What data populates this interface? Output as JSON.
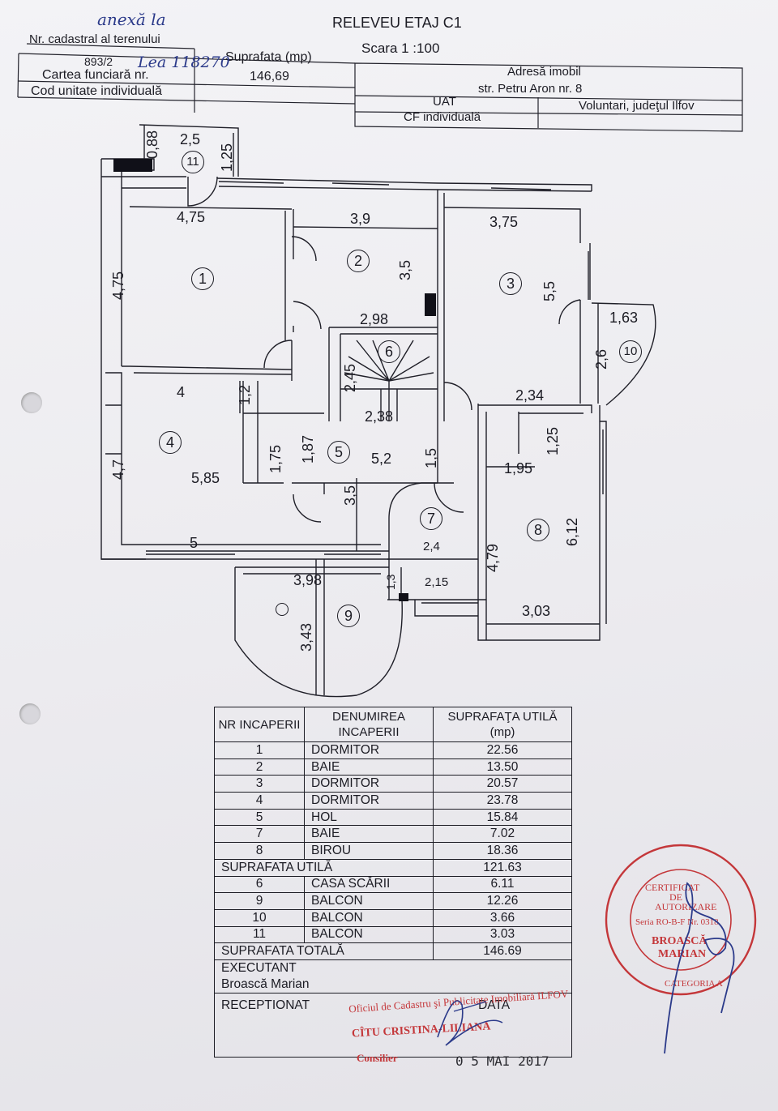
{
  "header": {
    "title": "RELEVEU ETAJ C1",
    "scale": "Scara 1 :100",
    "cadastral_label": "Nr. cadastral al terenului",
    "cadastral_value": "893/2",
    "handwritten_top": "anexă la",
    "handwritten_cf": "Lea 118270",
    "surface_label": "Suprafata (mp)",
    "surface_value": "146,69",
    "cf_label": "Cartea funciară nr.",
    "unit_code_label": "Cod unitate individuală",
    "address_label": "Adresă imobil",
    "address_value": "str. Petru Aron nr. 8",
    "uat_label": "UAT",
    "uat_value": "Voluntari, judeţul Ilfov",
    "cf_individual_label": "CF individuală"
  },
  "plan": {
    "dims": {
      "d_2_5": "2,5",
      "d_0_88": "0,88",
      "d_1_25a": "1,25",
      "d_4_75a": "4,75",
      "d_4_75b": "4,75",
      "d_3_9": "3,9",
      "d_3_5a": "3,5",
      "d_2_98": "2,98",
      "d_3_75": "3,75",
      "d_5_5": "5,5",
      "d_1_63": "1,63",
      "d_2_6": "2,6",
      "d_2_45": "2,45",
      "d_2_38": "2,38",
      "d_2_34": "2,34",
      "d_4": "4",
      "d_1_2": "1,2",
      "d_4_7": "4,7",
      "d_1_75": "1,75",
      "d_1_87": "1,87",
      "d_5_85": "5,85",
      "d_5_2": "5,2",
      "d_1_5": "1,5",
      "d_3_5b": "3,5",
      "d_1_25b": "1,25",
      "d_1_95": "1,95",
      "d_5": "5",
      "d_2_4": "2,4",
      "d_4_79": "4,79",
      "d_6_12": "6,12",
      "d_3_98": "3,98",
      "d_1_3": "1,3",
      "d_2_15": "2,15",
      "d_3_43": "3,43",
      "d_3_03": "3,03"
    },
    "rooms": {
      "r1": "1",
      "r2": "2",
      "r3": "3",
      "r4": "4",
      "r5": "5",
      "r6": "6",
      "r7": "7",
      "r8": "8",
      "r9": "9",
      "r10": "10",
      "r11": "11"
    }
  },
  "table": {
    "headers": [
      "NR INCAPERII",
      "DENUMIREA INCAPERII",
      "SUPRAFAŢA UTILĂ (mp)"
    ],
    "rows": [
      [
        "1",
        "DORMITOR",
        "22.56"
      ],
      [
        "2",
        "BAIE",
        "13.50"
      ],
      [
        "3",
        "DORMITOR",
        "20.57"
      ],
      [
        "4",
        "DORMITOR",
        "23.78"
      ],
      [
        "5",
        "HOL",
        "15.84"
      ],
      [
        "7",
        "BAIE",
        "7.02"
      ],
      [
        "8",
        "BIROU",
        "18.36"
      ]
    ],
    "subtotal_label": "SUPRAFATA UTILĂ",
    "subtotal_value": "121.63",
    "extra_rows": [
      [
        "6",
        "CASA SCĂRII",
        "6.11"
      ],
      [
        "9",
        "BALCON",
        "12.26"
      ],
      [
        "10",
        "BALCON",
        "3.66"
      ],
      [
        "11",
        "BALCON",
        "3.03"
      ]
    ],
    "total_label": "SUPRAFATA TOTALĂ",
    "total_value": "146.69",
    "executant_label": "EXECUTANT",
    "executant_name": "Broască Marian",
    "receptionat_label": "RECEPTIONAT",
    "data_label": "DATA"
  },
  "stamps": {
    "office": "Oficiul de Cadastru şi Publicitate Imobiliară ILFOV",
    "official_name": "CÎTU CRISTINA-LILIANA",
    "official_role": "Consilier",
    "date": "0 5 MAI 2017",
    "cert": {
      "line1": "CERTIFICAT",
      "line2": "DE",
      "line3": "AUTORIZARE",
      "serial": "Seria RO-B-F Nr. 0318",
      "name1": "BROASCĂ",
      "name2": "MARIAN",
      "category": "CATEGORIA A"
    }
  },
  "colors": {
    "ink": "#1c1c24",
    "stamp_red": "#c4373a",
    "pen_blue": "#2b3a8a",
    "paper": "#efeef2"
  }
}
